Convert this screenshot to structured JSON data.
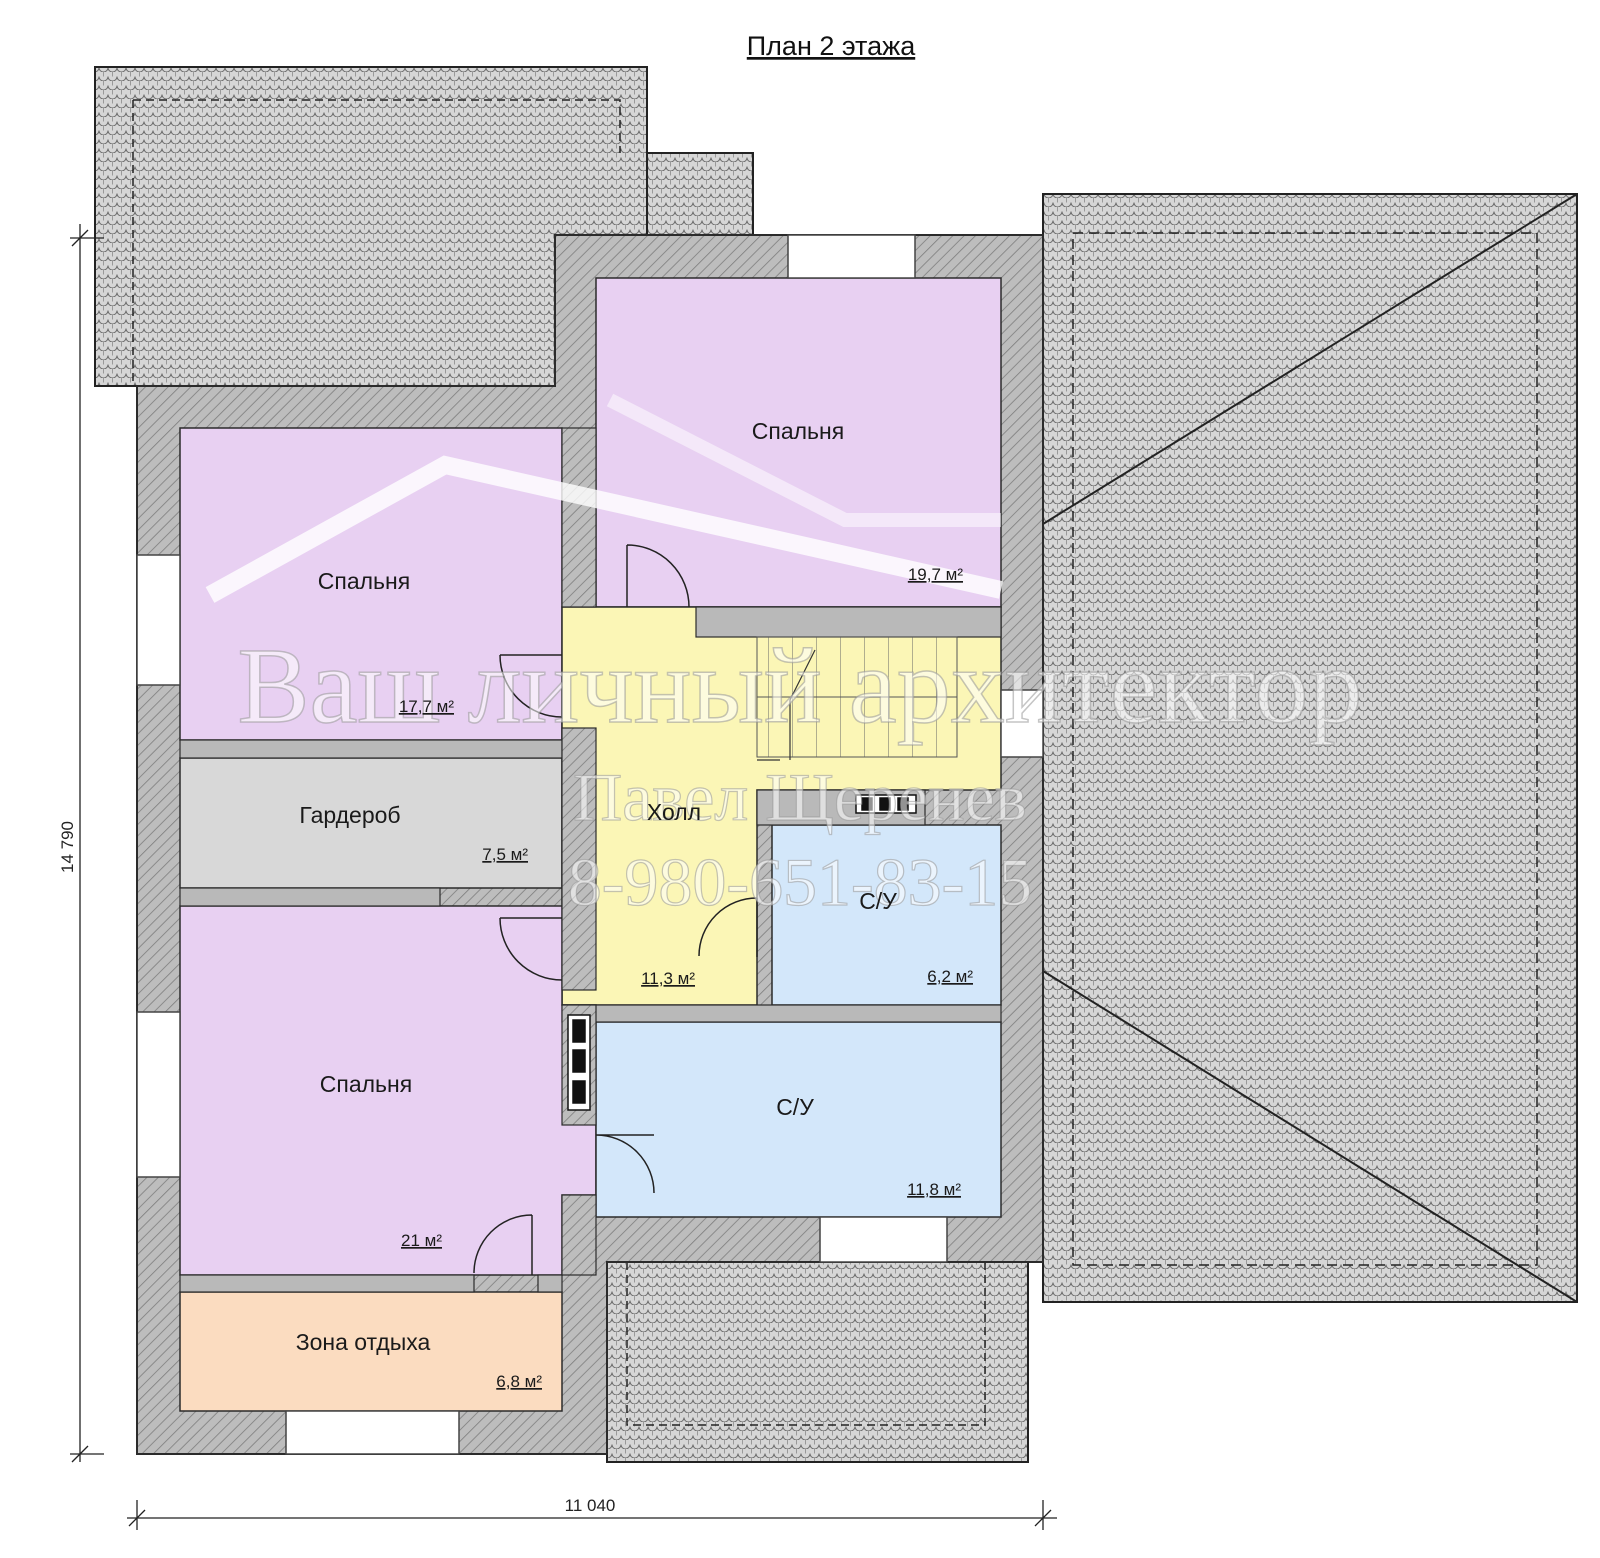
{
  "title": "План 2 этажа",
  "dimensions": {
    "width": "11 040",
    "height": "14 790"
  },
  "rooms": {
    "bedroom_top": {
      "name": "Спальня",
      "area": "19,7 м²",
      "color": "#e8d0f2"
    },
    "bedroom_left": {
      "name": "Спальня",
      "area": "17,7 м²",
      "color": "#e8d0f2"
    },
    "wardrobe": {
      "name": "Гардероб",
      "area": "7,5 м²",
      "color": "#d8d8d8"
    },
    "hall": {
      "name": "Холл",
      "area": "11,3 м²",
      "color": "#fbf6b6"
    },
    "bath_small": {
      "name": "С/У",
      "area": "6,2 м²",
      "color": "#d3e7fa"
    },
    "bath_large": {
      "name": "С/У",
      "area": "11,8 м²",
      "color": "#d3e7fa"
    },
    "bedroom_bottom": {
      "name": "Спальня",
      "area": "21 м²",
      "color": "#e8d0f2"
    },
    "rest_zone": {
      "name": "Зона отдыха",
      "area": "6,8 м²",
      "color": "#fbdcc0"
    }
  },
  "watermark": {
    "line1": "Ваш личный архитектор",
    "line2": "Павел Щеренев",
    "line3": "8-980-651-83-15"
  },
  "colors": {
    "wall": "#b9b9b9",
    "roof": "#c9c9c9",
    "outline": "#2b2b2b"
  }
}
